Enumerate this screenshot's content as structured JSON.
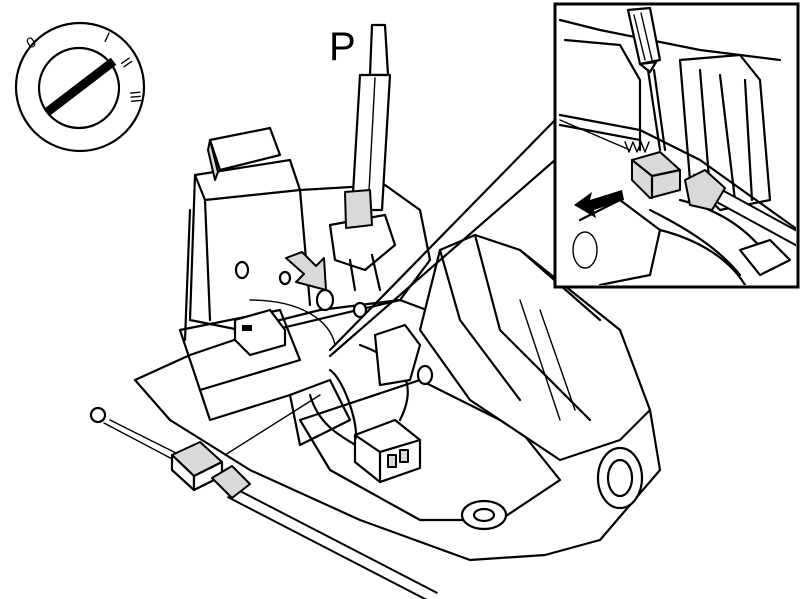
{
  "callouts": {
    "shift_position": "P"
  },
  "ignition_dial": {
    "positions": [
      "0",
      "I",
      "II",
      "III"
    ],
    "selected": "0"
  },
  "colors": {
    "line": "#000000",
    "background": "#ffffff",
    "shade": "#d9d9d9"
  },
  "icons": [
    "ignition-key-icon",
    "arrow-down-icon",
    "arrow-left-icon",
    "screwdriver-icon"
  ]
}
